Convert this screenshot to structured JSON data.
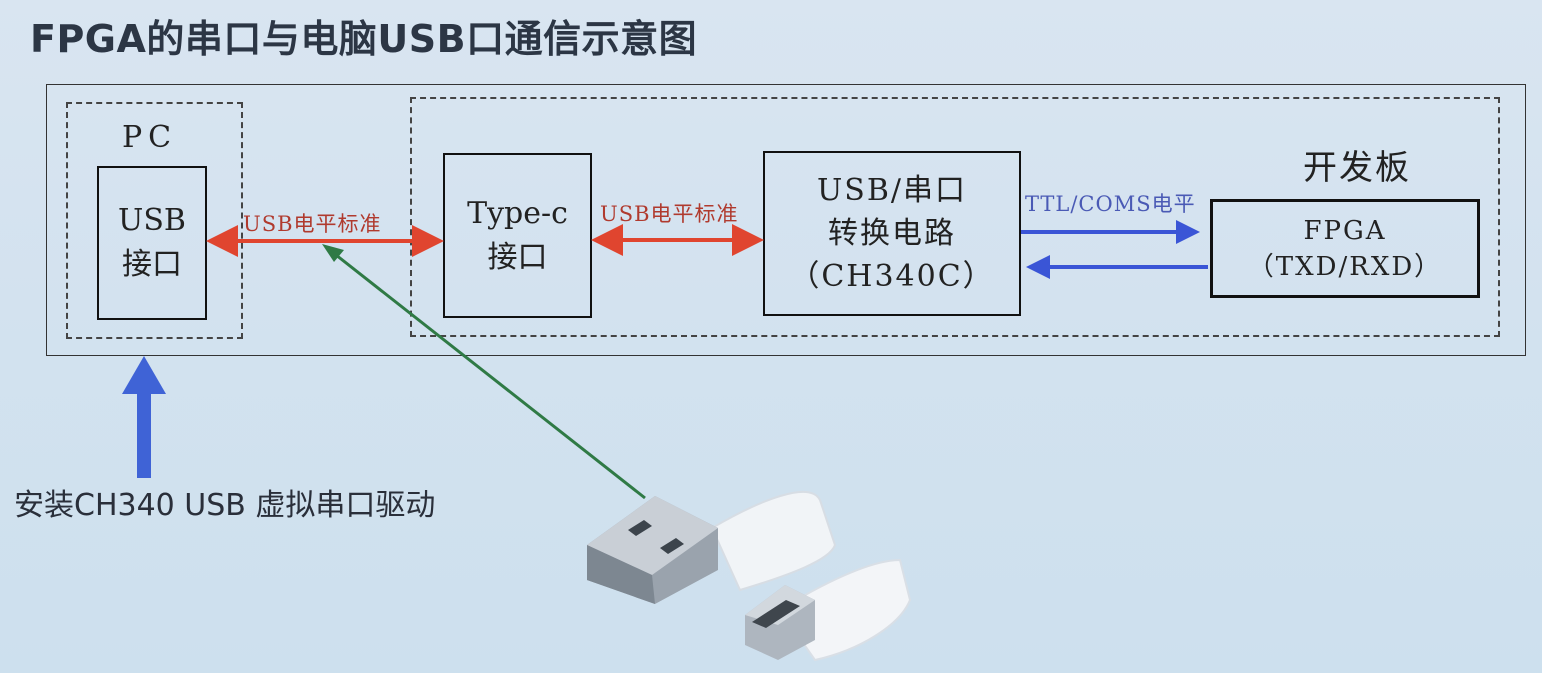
{
  "title": "FPGA的串口与电脑USB口通信示意图",
  "pc": {
    "label": "PC",
    "box_line1": "USB",
    "box_line2": "接口"
  },
  "typec": {
    "line1": "Type-c",
    "line2": "接口"
  },
  "converter": {
    "line1": "USB/串口",
    "line2": "转换电路",
    "line3": "（CH340C）"
  },
  "board": {
    "label": "开发板",
    "fpga_line1": "FPGA",
    "fpga_line2": "（TXD/RXD）"
  },
  "links": {
    "usb_level_left": "USB电平标准",
    "usb_level_right": "USB电平标准",
    "ttl_level": "TTL/COMS电平"
  },
  "driver_note": "安装CH340 USB 虚拟串口驱动",
  "colors": {
    "usb_arrow": "#e0452f",
    "ttl_arrow": "#3a55d6",
    "driver_arrow": "#3f63d6",
    "cable_pointer": "#2f7a45"
  }
}
